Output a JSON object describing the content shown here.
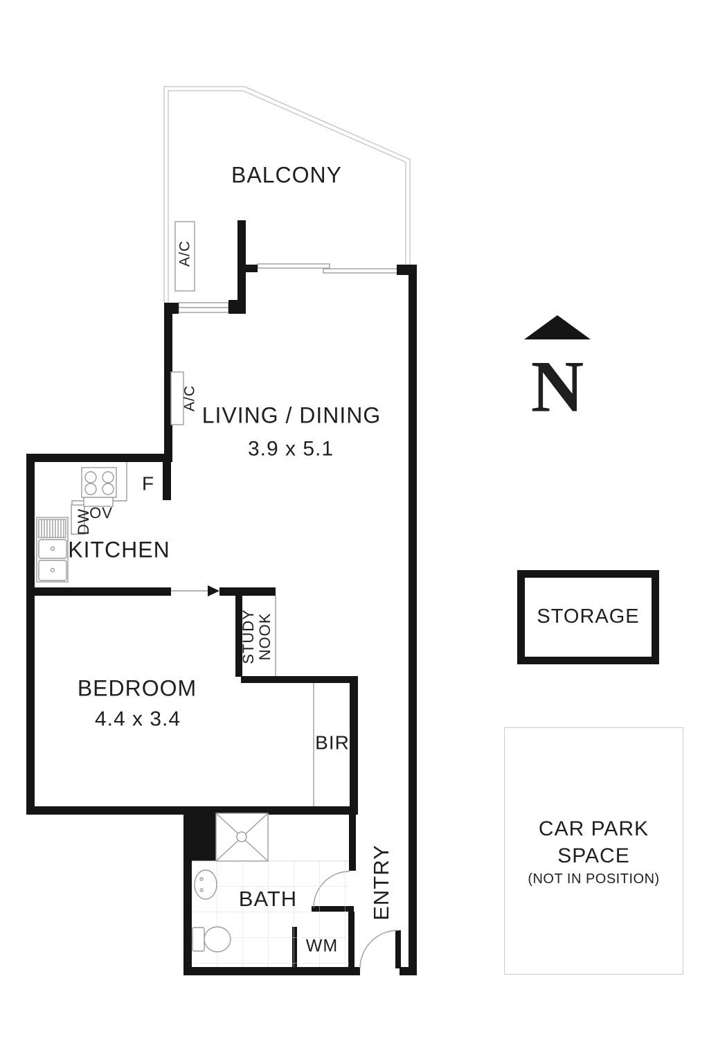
{
  "rooms": {
    "balcony": {
      "label": "BALCONY"
    },
    "living_dining": {
      "label": "LIVING / DINING",
      "dimensions": "3.9 x 5.1"
    },
    "kitchen": {
      "label": "KITCHEN"
    },
    "bedroom": {
      "label": "BEDROOM",
      "dimensions": "4.4 x 3.4"
    },
    "study_nook": {
      "line1": "STUDY",
      "line2": "NOOK"
    },
    "bir": {
      "label": "BIR"
    },
    "bath": {
      "label": "BATH"
    },
    "wm": {
      "label": "WM"
    },
    "entry": {
      "label": "ENTRY"
    }
  },
  "fixtures": {
    "ac_balcony": "A/C",
    "ac_living": "A/C",
    "fridge": "F",
    "oven": "OV",
    "dishwasher": "DW"
  },
  "compass": {
    "letter": "N",
    "icon": "north-arrow-triangle"
  },
  "storage": {
    "label": "STORAGE"
  },
  "car_park": {
    "line1": "CAR PARK",
    "line2": "SPACE",
    "line3": "(NOT IN POSITION)"
  },
  "colors": {
    "wall": "#151515",
    "line": "#9c9c9c",
    "light_line": "#bdbdbd",
    "tile_grid": "#d9d9d9",
    "text": "#1f1f1f",
    "background": "#ffffff"
  }
}
